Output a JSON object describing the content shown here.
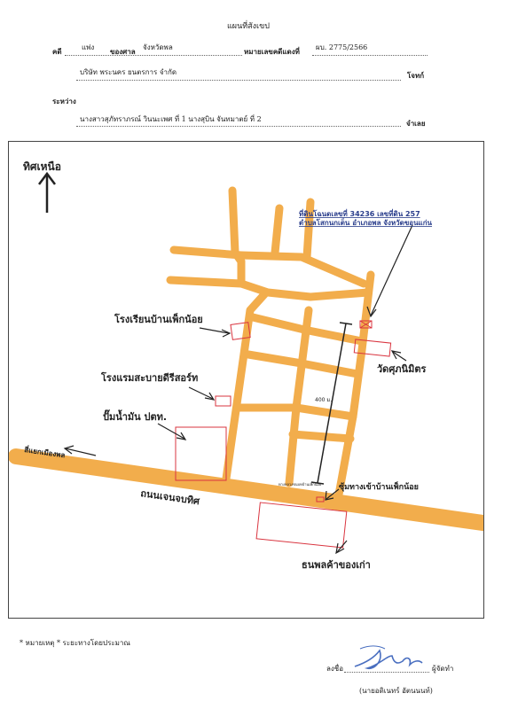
{
  "header": {
    "title": "แผนที่สังเขป",
    "case_label": "คดี",
    "case_type": "แพ่ง",
    "court_label": "ของศาล",
    "court_name": "จังหวัดพล",
    "case_no_label": "หมายเลขคดีแดงที่",
    "case_no": "ผบ. 2775/2566",
    "plaintiff": "บริษัท พระนคร ยนตรการ จำกัด",
    "plaintiff_role": "โจทก์",
    "between_label": "ระหว่าง",
    "defendants": "นางสาวสุภัทราภรณ์ วินนะเพศ  ที่ 1  นางสุบิน จันทมาตย์  ที่ 2",
    "defendant_role": "จำเลย"
  },
  "map": {
    "north_label": "ทิศเหนือ",
    "parcel_label_line1": "ที่ดินโฉนดเลขที่ 34236 เลขที่ดิน 257",
    "parcel_label_line2": "ตำบลโสกนกเต็น อำเภอพล จังหวัดขอนแก่น",
    "school_label": "โรงเรียนบ้านเพ็กน้อย",
    "hotel_label": "โรงแรมสะบายดีรีสอร์ท",
    "gas_label": "ปั๊มน้ำมัน ปตท.",
    "temple_label": "วัดศุภนิมิตร",
    "junction_label": "ซุ้มทางเข้าบ้านเพ็กน้อย",
    "highway_label": "ถนนเจนจบทิศ",
    "direction_label": "สี่แยกเมืองพล",
    "shop_label": "ธนพลค้าของเก่า",
    "distance_label": "400 ม.",
    "small_sign": "ทางหลวงชนบทบ้านเพ็กน้อย"
  },
  "footer": {
    "note": "* หมายเหตุ * ระยะทางโดยประมาณ",
    "sign_label": "ลงชื่อ",
    "signer_role": "ผู้จัดทำ",
    "signer_name": "(นายอดิเนทร์ อัตนนนท์)"
  },
  "colors": {
    "road": "#f2ad4c",
    "marker": "#d9343f",
    "frame": "#444444",
    "text": "#222222"
  }
}
